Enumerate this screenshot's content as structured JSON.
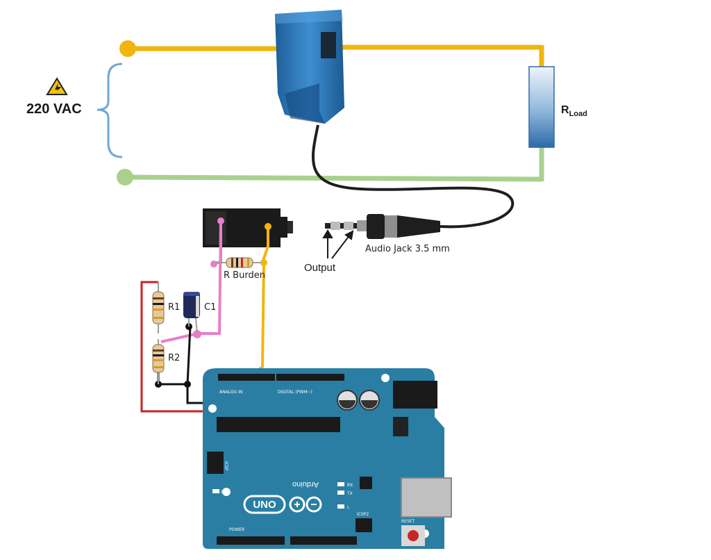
{
  "supply": {
    "warning_icon": "high-voltage-warning-icon",
    "label": "220 VAC"
  },
  "load": {
    "label_main": "R",
    "label_sub": "Load"
  },
  "connector": {
    "jack_label": "Audio Jack 3.5 mm",
    "output_label": "Output"
  },
  "components": {
    "burden_label": "R Burden",
    "r1_label": "R1",
    "r2_label": "R2",
    "c1_label": "C1"
  },
  "board": {
    "brand_text": "Arduino",
    "model_text": "UNO",
    "analog_header_text": "ANALOG IN",
    "digital_header_text": "DIGITAL (PWM~)",
    "icsp_label": "ICSP",
    "icsp2_label": "ICSP2",
    "reset_label": "RESET",
    "tx_label": "TX",
    "rx_label": "RX",
    "l_label": "L",
    "on_label": "ON",
    "power_header_text": "POWER"
  },
  "colors": {
    "live_wire": "#f2b50f",
    "neutral_wire": "#a9d18e",
    "pink_wire": "#e87fc6",
    "red_wire": "#d11f1f",
    "black_wire": "#111111",
    "brace": "#6fa8d6",
    "board": "#2a7ea3",
    "ct_sensor": "#2f78b5"
  }
}
